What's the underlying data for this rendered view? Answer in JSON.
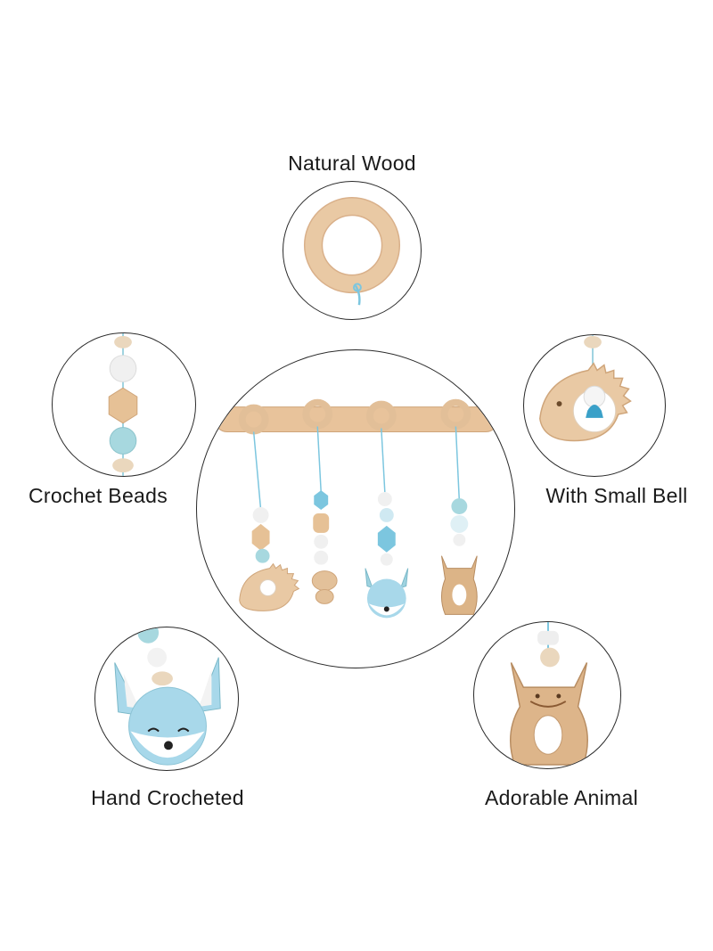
{
  "labels": {
    "natural_wood": "Natural Wood",
    "crochet_beads": "Crochet Beads",
    "small_bell": "With Small Bell",
    "hand_crocheted": "Hand Crocheted",
    "adorable_animal": "Adorable Animal"
  },
  "colors": {
    "wood": "#e9c9a4",
    "wood_dark": "#cfa57a",
    "crochet_blue": "#9fd3e0",
    "bead_blue": "#7cc6df",
    "bead_white": "#f2f2f2",
    "outline": "#2a2a2a"
  },
  "icons": [
    "wooden-ring-icon",
    "crochet-bead-strand-icon",
    "hedgehog-bell-icon",
    "fox-crochet-head-icon",
    "fox-wood-teether-icon",
    "baby-gym-toy-icon"
  ]
}
